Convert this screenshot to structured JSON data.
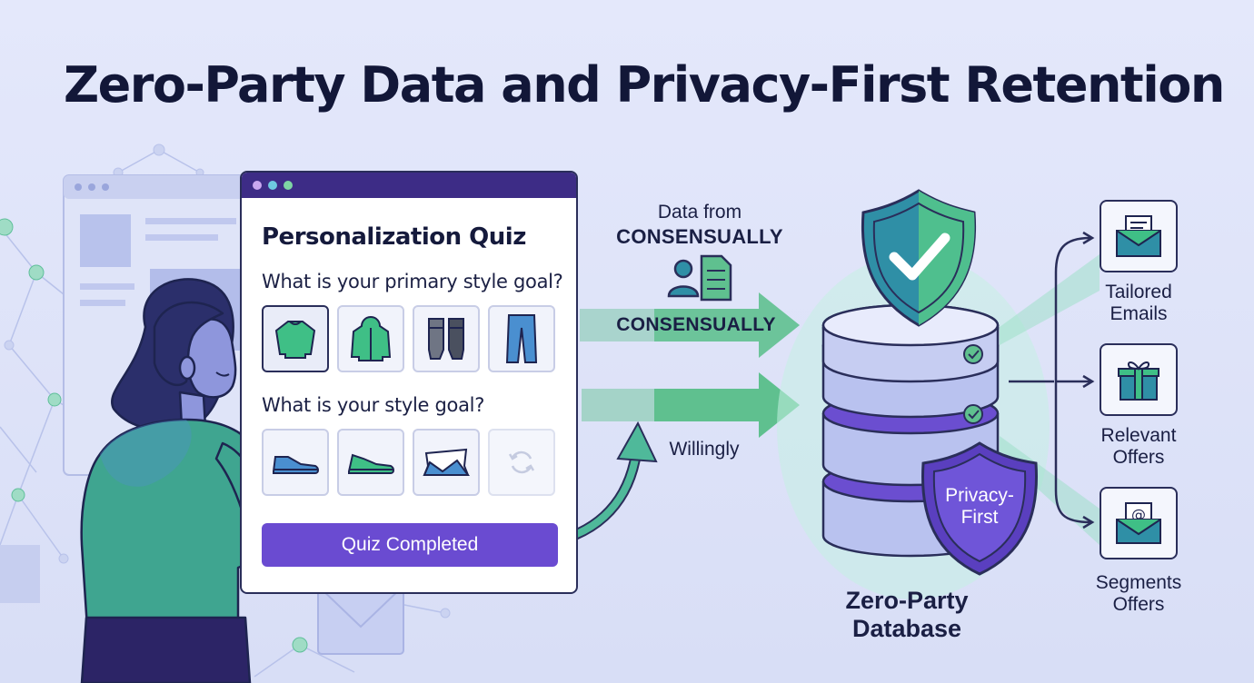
{
  "title": "Zero-Party Data and Privacy-First Retention",
  "quiz": {
    "title": "Personalization Quiz",
    "question_1": "What is your primary style goal?",
    "question_2": "What is your style goal?",
    "options_1": [
      "sweater-icon",
      "jacket-icon",
      "boots-icon",
      "jeans-icon"
    ],
    "options_2": [
      "sneaker-icon",
      "running-shoe-icon",
      "scarf-icon",
      "refresh-icon"
    ],
    "button_label": "Quiz Completed"
  },
  "flow": {
    "data_from_line1": "Data from",
    "data_from_line2": "CONSENSUALLY",
    "arrow_label": "CONSENSUALLY",
    "willingly": "Willingly"
  },
  "database": {
    "label_line1": "Zero-Party",
    "label_line2": "Database",
    "badge_line1": "Privacy-",
    "badge_line2": "First"
  },
  "outputs": [
    {
      "line1": "Tailored",
      "line2": "Emails",
      "icon": "email-icon"
    },
    {
      "line1": "Relevant",
      "line2": "Offers",
      "icon": "gift-icon"
    },
    {
      "line1": "Segments",
      "line2": "Offers",
      "icon": "at-mail-icon"
    }
  ],
  "colors": {
    "accent_purple": "#6a4bd1",
    "accent_green": "#3fbf86",
    "teal": "#2f8fa6",
    "navy": "#2a2e5a"
  }
}
